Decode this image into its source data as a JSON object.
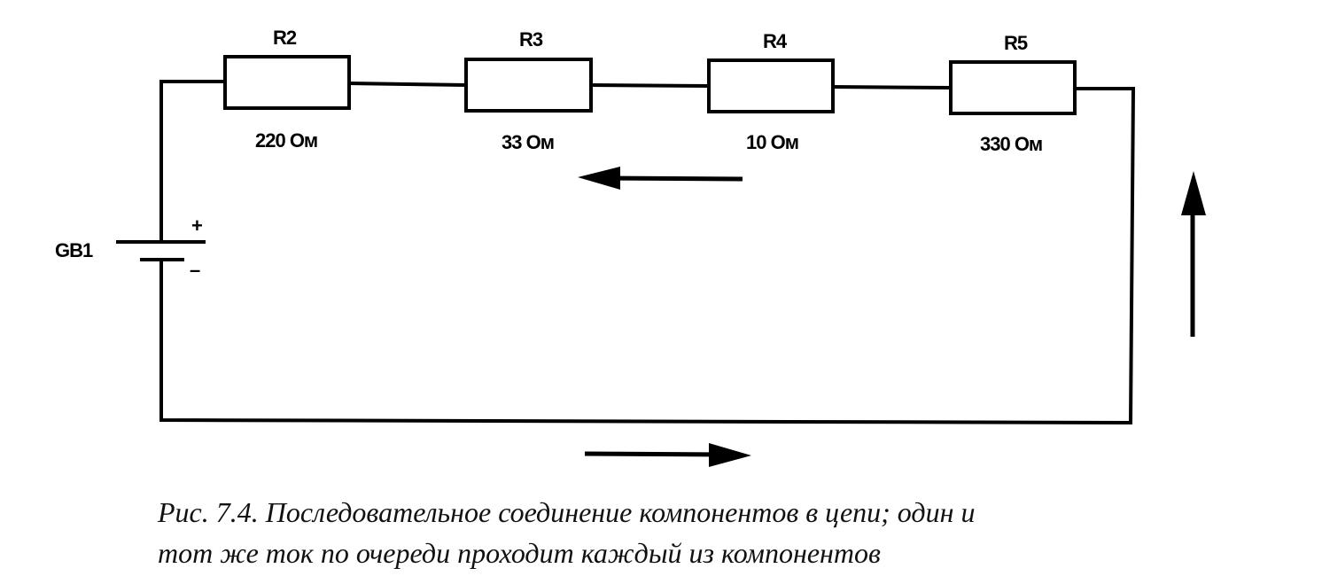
{
  "circuit": {
    "battery": {
      "ref": "GB1",
      "plus": "+",
      "minus": "–"
    },
    "resistors": [
      {
        "ref": "R2",
        "value": "220 Ом"
      },
      {
        "ref": "R3",
        "value": "33 Ом"
      },
      {
        "ref": "R4",
        "value": "10 Ом"
      },
      {
        "ref": "R5",
        "value": "330 Ом"
      }
    ]
  },
  "caption": {
    "line1": "Рис. 7.4. Последовательное соединение компонентов в цепи; один и",
    "line2": "тот же ток по очереди проходит каждый из компонентов"
  }
}
